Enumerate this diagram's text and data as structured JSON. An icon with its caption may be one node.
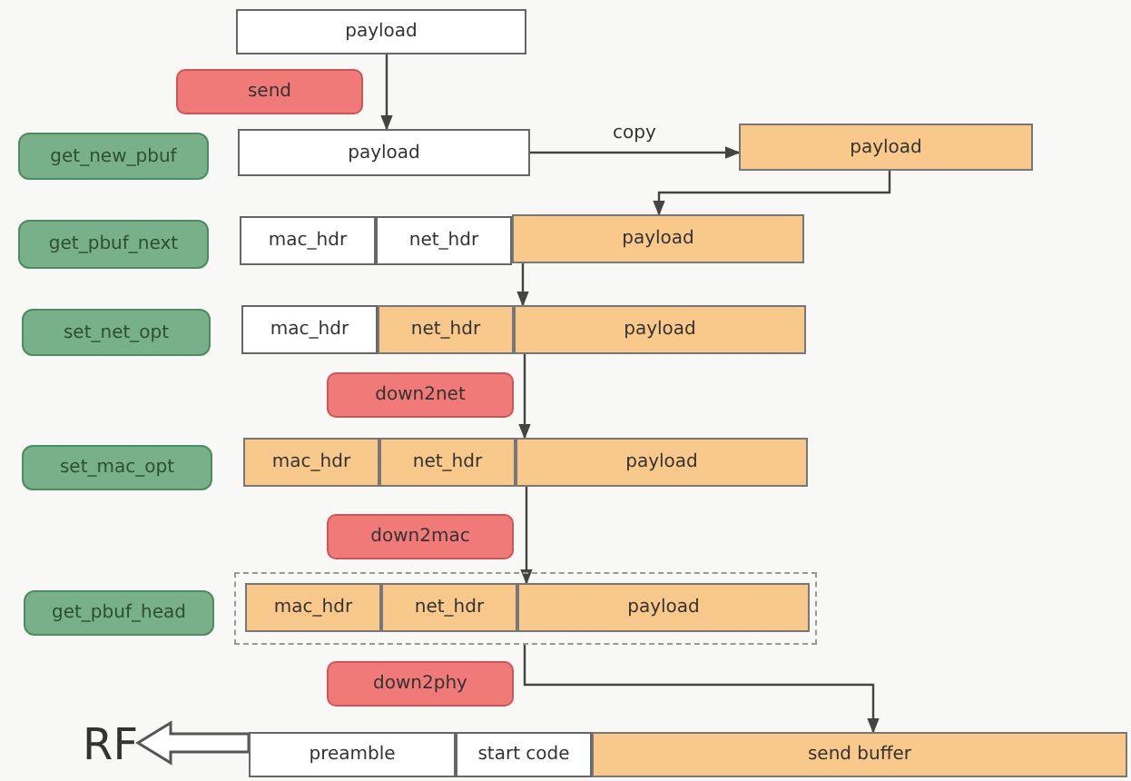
{
  "diagram": {
    "nodes": [
      {
        "text": [
          "payload"
        ]
      },
      {
        "text": [
          "send"
        ]
      },
      {
        "text": [
          "get_new_pbuf"
        ]
      },
      {
        "text": [
          "payload"
        ]
      },
      {
        "text": [
          "payload"
        ]
      },
      {
        "text": [
          "get_pbuf_next"
        ]
      },
      {
        "text": [
          "mac_hdr"
        ]
      },
      {
        "text": [
          "net_hdr"
        ]
      },
      {
        "text": [
          "payload"
        ]
      },
      {
        "text": [
          "set_net_opt"
        ]
      },
      {
        "text": [
          "mac_hdr"
        ]
      },
      {
        "text": [
          "net_hdr"
        ]
      },
      {
        "text": [
          "payload"
        ]
      },
      {
        "text": [
          "down2net"
        ]
      },
      {
        "text": [
          "set_mac_opt"
        ]
      },
      {
        "text": [
          "mac_hdr"
        ]
      },
      {
        "text": [
          "net_hdr"
        ]
      },
      {
        "text": [
          "payload"
        ]
      },
      {
        "text": [
          "down2mac"
        ]
      },
      {
        "text": [
          "get_pbuf_head"
        ]
      },
      {
        "text": [],
        "shape": "box"
      },
      {
        "text": [
          "mac_hdr"
        ],
        "in": 20
      },
      {
        "text": [
          "net_hdr"
        ],
        "in": 20
      },
      {
        "text": [
          "payload"
        ],
        "in": 20
      },
      {
        "text": [
          "down2phy"
        ]
      },
      {
        "text": [
          "RF"
        ]
      },
      {
        "text": [
          "preamble"
        ]
      },
      {
        "text": [
          "start code"
        ]
      },
      {
        "text": [
          "send buffer"
        ]
      }
    ],
    "edges": [
      {
        "from": 0,
        "to": 3,
        "arrow": "to"
      },
      {
        "from": 3,
        "to": 4,
        "arrow": "to",
        "label": "copy"
      },
      {
        "from": 4,
        "to": 8,
        "arrow": "to"
      },
      {
        "from": 8,
        "to": 12,
        "arrow": "to"
      },
      {
        "from": 12,
        "to": 17,
        "arrow": "to"
      },
      {
        "from": 17,
        "to": 23,
        "arrow": "to"
      },
      {
        "from": 20,
        "to": 28,
        "arrow": "to"
      },
      {
        "from": 26,
        "to": 25,
        "arrow": "to",
        "style": "thick"
      }
    ]
  }
}
